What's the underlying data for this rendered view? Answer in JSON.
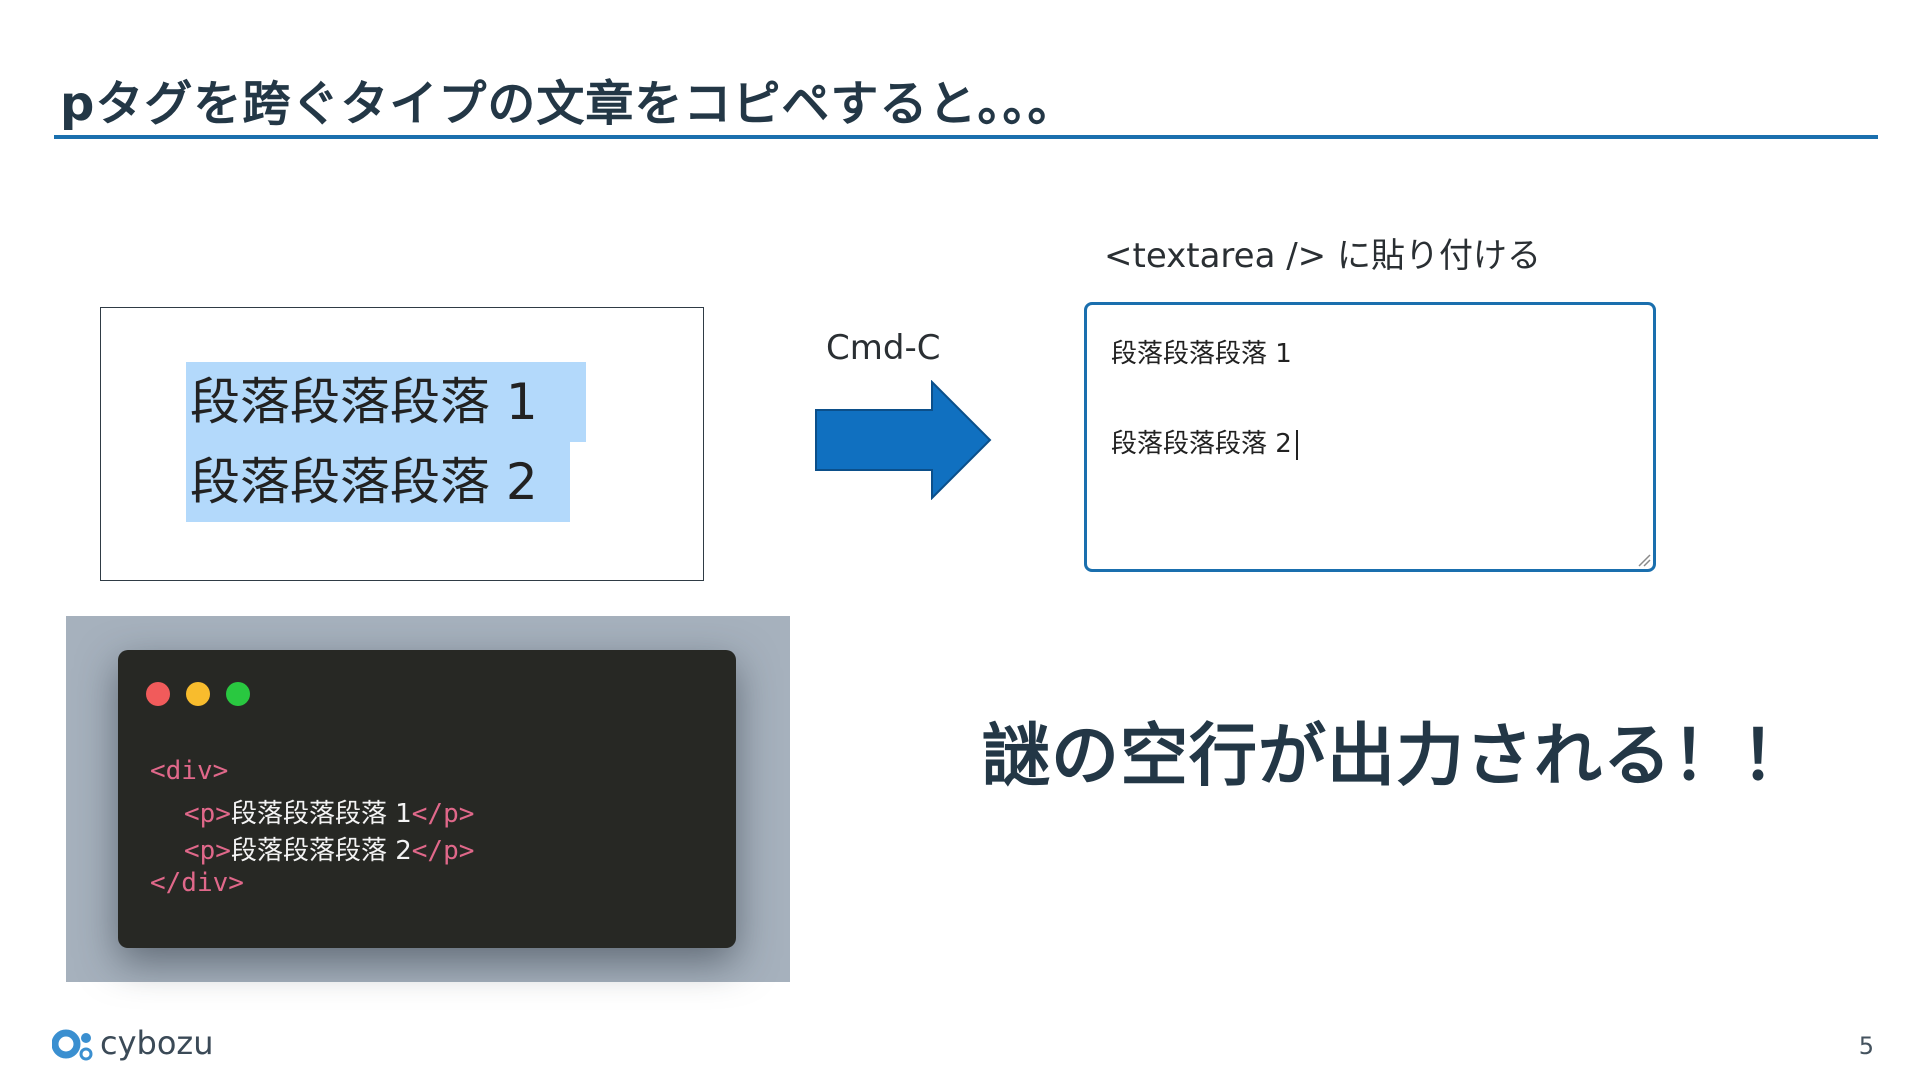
{
  "slide": {
    "title": "pタグを跨ぐタイプの文章をコピペすると。。。",
    "page_number": "5"
  },
  "selection": {
    "line1": "段落段落段落 1",
    "line2": "段落段落段落 2"
  },
  "copy_step": {
    "label": "Cmd-C"
  },
  "textarea": {
    "caption": "<textarea /> に貼り付ける",
    "line1": "段落段落段落 1",
    "line2": "段落段落段落 2"
  },
  "code": {
    "line1": "<div>",
    "line2_open": "<p>",
    "line2_text": "段落段落段落 1",
    "line2_close": "</p>",
    "line3_open": "<p>",
    "line3_text": "段落段落段落 2",
    "line3_close": "</p>",
    "line4": "</div>"
  },
  "result": {
    "text": "謎の空行が出力される！！"
  },
  "footer": {
    "logo_text": "cybozu"
  },
  "colors": {
    "accent": "#1a6fae",
    "selection": "#b3d9fb",
    "code_bg": "#272824",
    "code_tag": "#e0688a"
  }
}
